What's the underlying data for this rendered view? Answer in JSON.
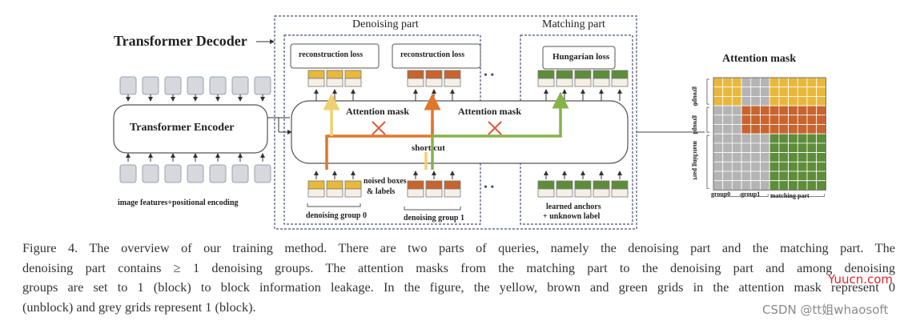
{
  "labels": {
    "decoder_title": "Transformer Decoder",
    "encoder": "Transformer Encoder",
    "image_features": "image features+positional encoding",
    "denoising_part": "Denoising part",
    "matching_part": "Matching part",
    "recon_loss_1": "reconstruction loss",
    "recon_loss_2": "reconstruction loss",
    "hungarian_loss": "Hungarian loss",
    "attention_mask_1": "Attention mask",
    "attention_mask_2": "Attention mask",
    "short_cut": "short cut",
    "noised_boxes_1": "noised boxes",
    "noised_boxes_2": "& labels",
    "denoising_group_0": "denoising group 0",
    "denoising_group_1": "denoising group 1",
    "learned_anchors_1": "learned anchors",
    "learned_anchors_2": "+ unknown label",
    "dots": "• •",
    "mask_title": "Attention mask",
    "mask_row_group0": "group0",
    "mask_row_group1": "group1",
    "mask_row_matching": "matching part",
    "mask_col_group0": "group0",
    "mask_col_group1": "group1",
    "mask_col_matching": "matching part"
  },
  "caption": {
    "line1": "Figure 4. The overview of our training method. There are two parts of queries, namely the denoising part and the matching part. The",
    "line2": "denoising part contains ≥ 1 denoising groups. The attention masks from the matching part to the denoising part and among denoising",
    "line3": "groups are set to 1 (block) to block information leakage. In the figure, the yellow, brown and green grids in the attention mask represent 0",
    "line4": "(unblock) and grey grids represent 1 (block)."
  },
  "watermarks": {
    "yuucn": "Yuucn.com",
    "csdn": "CSDN @tt姐whaosoft"
  },
  "colors": {
    "yellow": "#e8b83a",
    "brown": "#c8642e",
    "green": "#5e8d3a",
    "grey": "#b4b4b4",
    "arrow_orange": "#e0762a",
    "arrow_yellow": "#f0d070",
    "arrow_green": "#86b24a",
    "cross_red": "#e05a3a",
    "frame_blue": "#44507a"
  }
}
